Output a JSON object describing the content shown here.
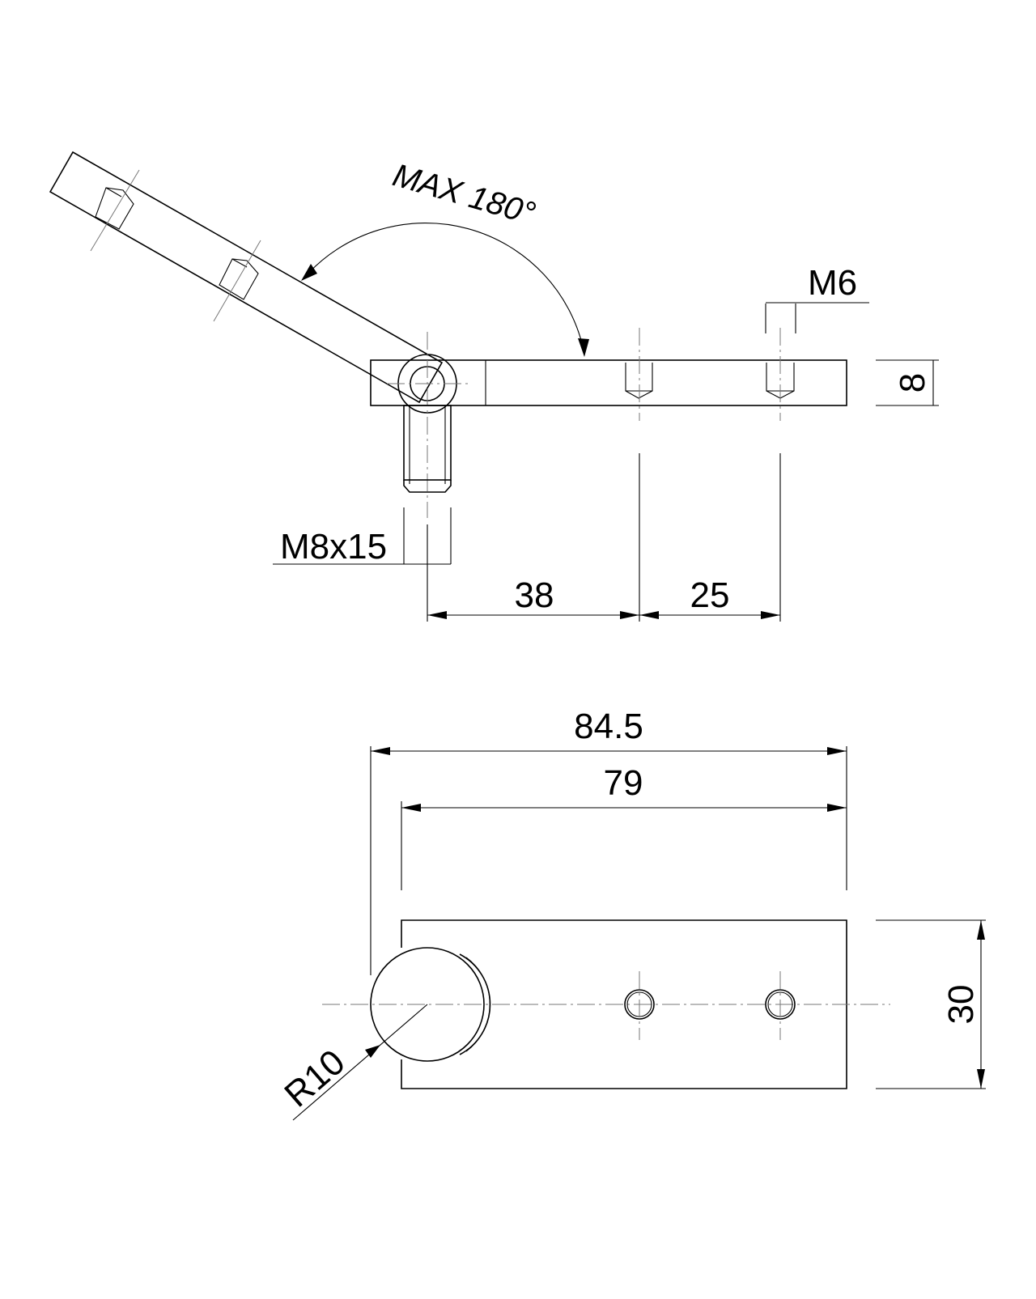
{
  "top_view": {
    "angle_label": "MAX 180°",
    "thread_label": "M6",
    "height_label": "8",
    "pin_label": "M8x15",
    "dim_left": "38",
    "dim_right": "25"
  },
  "bottom_view": {
    "overall_length": "84.5",
    "plate_length": "79",
    "width_label": "30",
    "radius_label": "R10"
  }
}
